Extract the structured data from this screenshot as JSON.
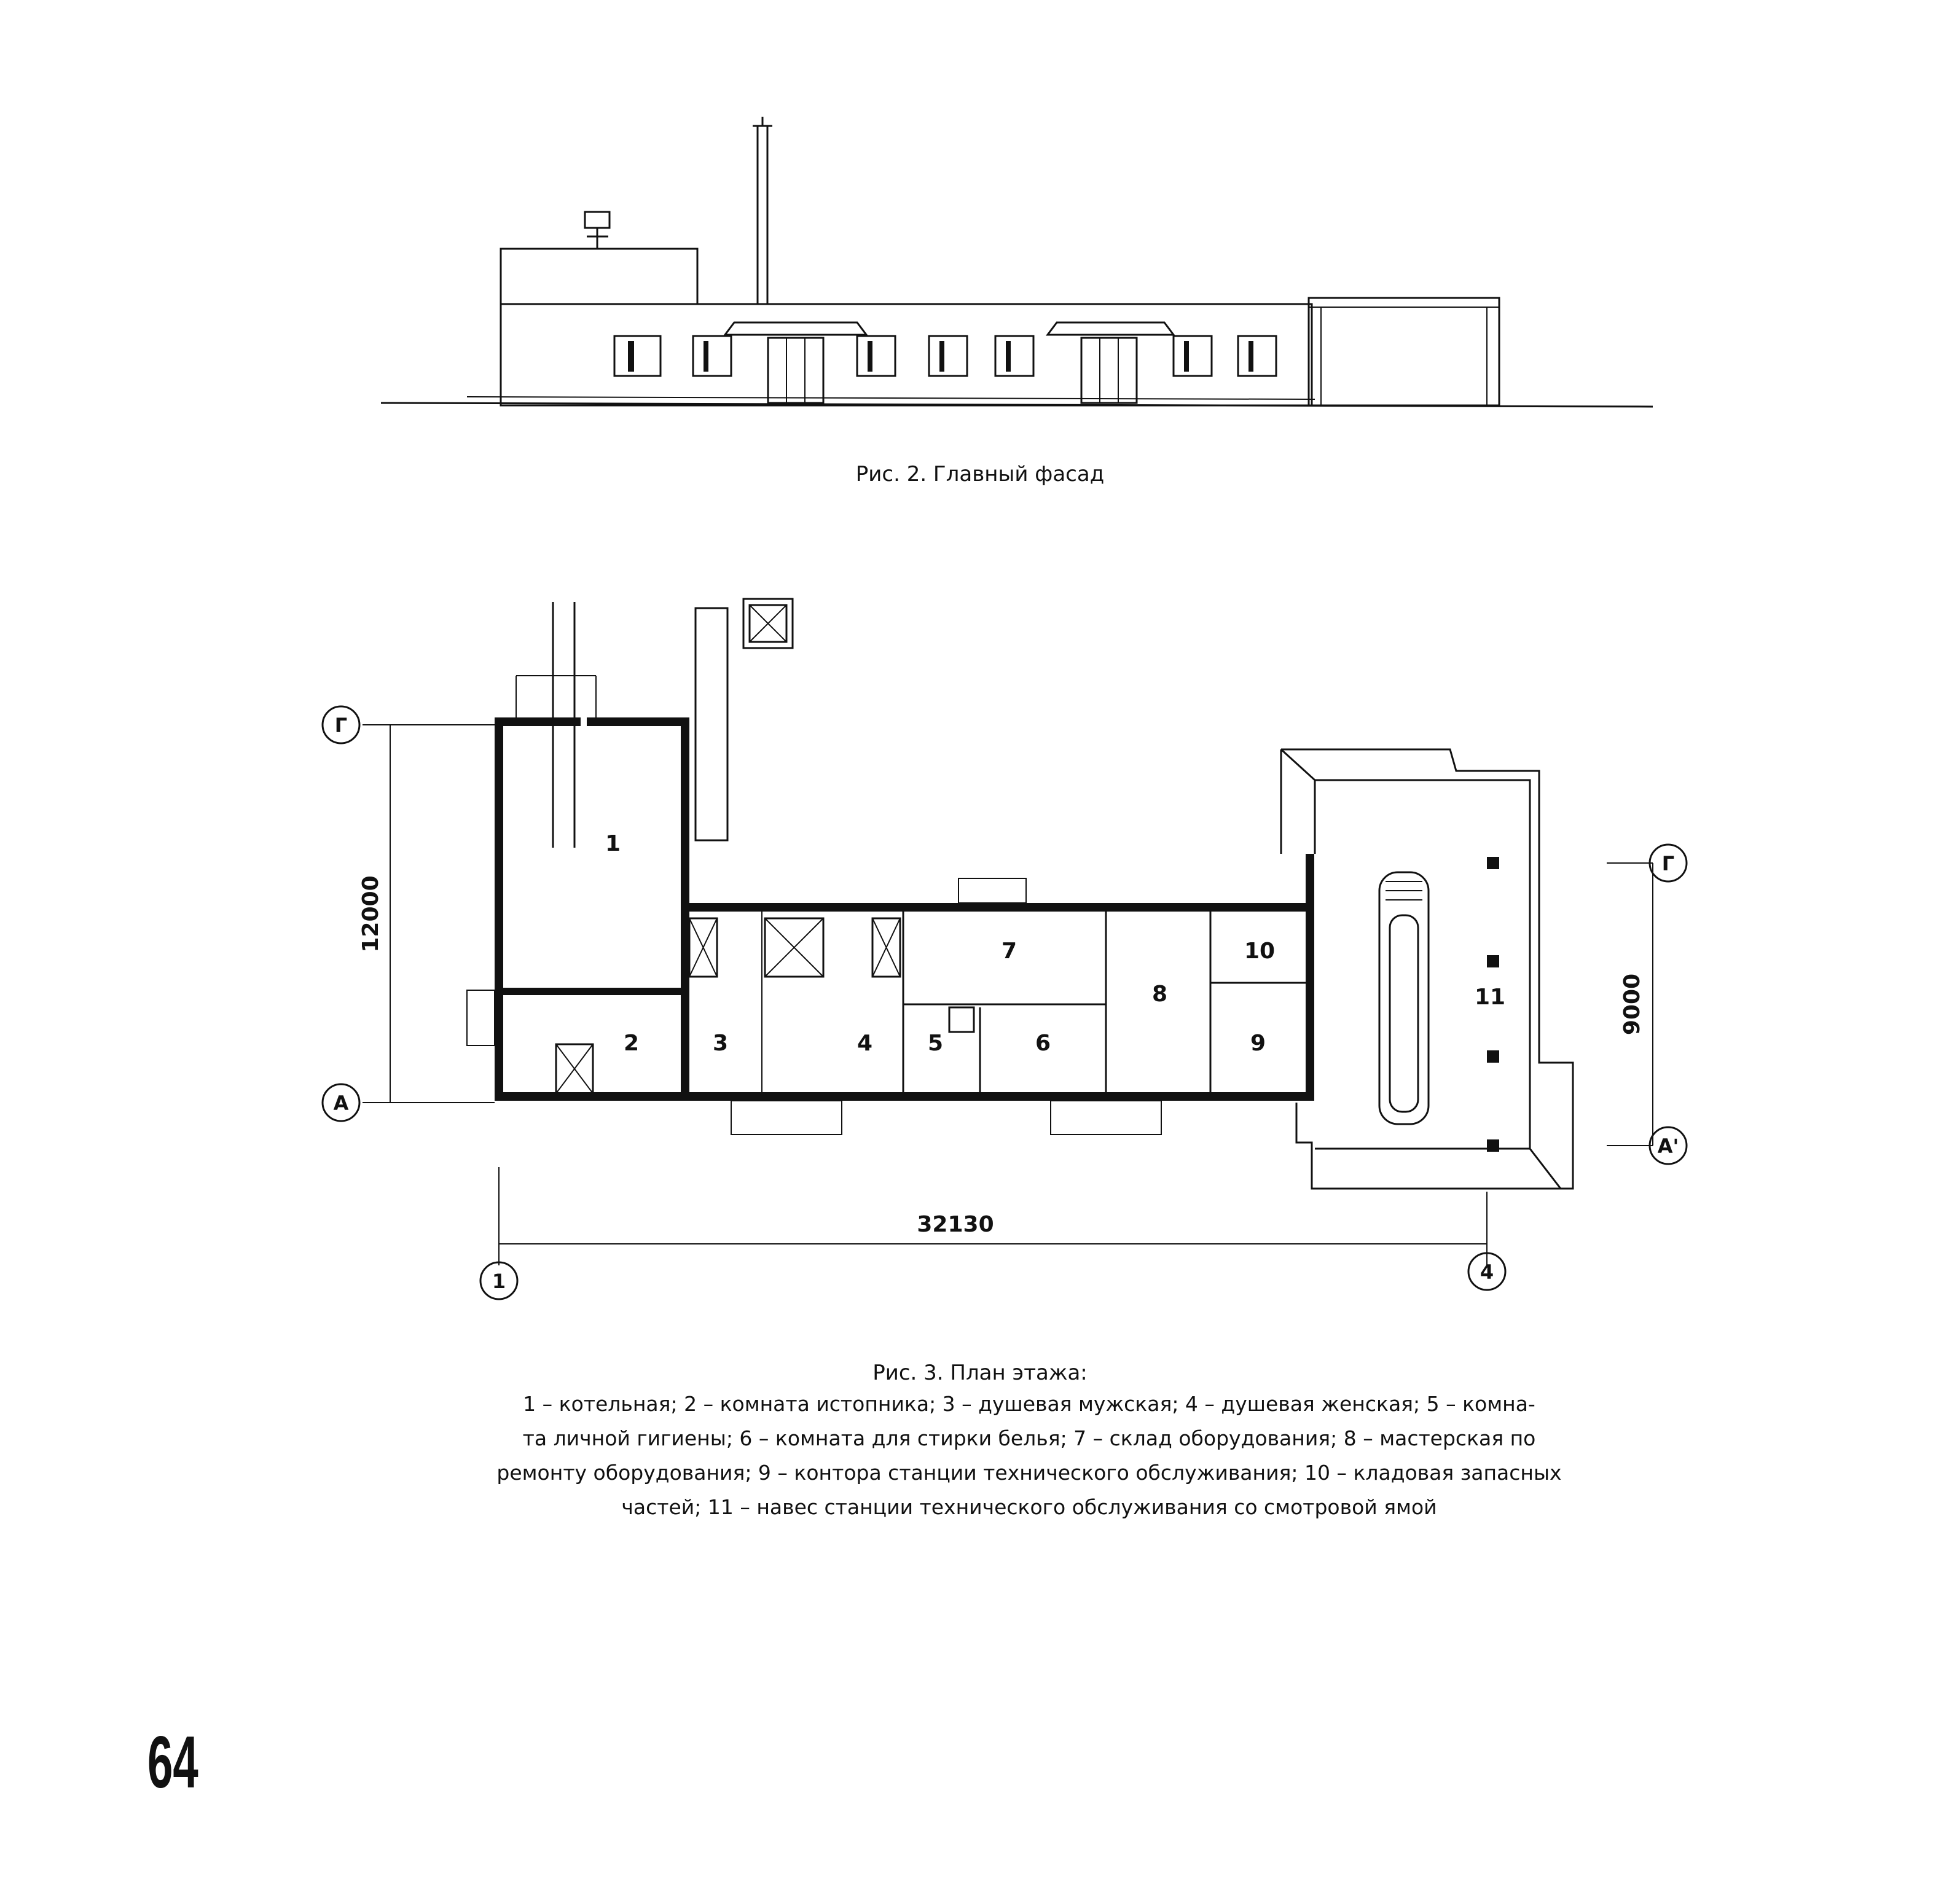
{
  "figure2": {
    "caption": "Рис. 2. Главный фасад"
  },
  "figure3": {
    "caption": "Рис. 3. План этажа:",
    "legend_line1": "1 – котельная; 2 – комната истопника; 3 – душевая мужская; 4 – душевая женская; 5 – комна-",
    "legend_line2": "та личной гигиены; 6 – комната для стирки белья; 7 – склад оборудования; 8 – мастерская по",
    "legend_line3": "ремонту оборудования; 9 – контора станции технического обслуживания; 10 – кладовая запасных",
    "legend_line4": "частей; 11 – навес станции технического обслуживания со смотровой ямой",
    "rooms": [
      "1",
      "2",
      "3",
      "4",
      "5",
      "6",
      "7",
      "8",
      "9",
      "10",
      "11"
    ],
    "axes": {
      "g_left": "Г",
      "a_left": "А",
      "g_right": "Г",
      "a_right": "А'",
      "one": "1",
      "four": "4"
    },
    "dimensions": {
      "left_height": "12000",
      "right_height": "9000",
      "total_length": "32130"
    }
  },
  "page_number": "64"
}
